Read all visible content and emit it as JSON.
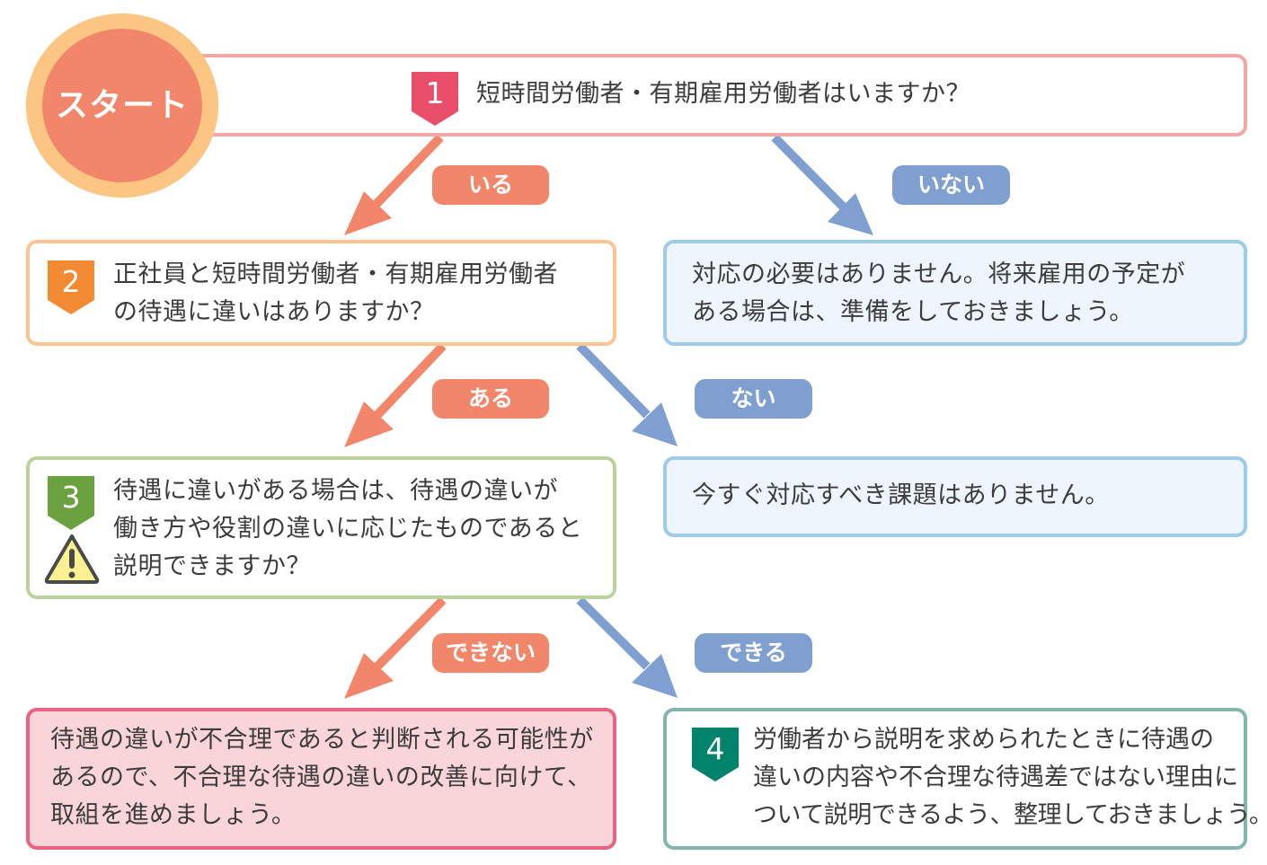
{
  "colors": {
    "orange_arrow": "#f2866a",
    "blue_arrow": "#7f9fd1",
    "start_outer": "#fcc583",
    "start_inner": "#f2866a",
    "q1_border": "#f2a7a6",
    "q1_badge": "#e94f6b",
    "q2_border": "#fbc493",
    "q2_badge": "#f28a33",
    "q3_border": "#bcd29d",
    "q3_badge": "#6ca13f",
    "info_border": "#9fcbea",
    "info_fill": "#eef5fc",
    "warn_border": "#e96382",
    "warn_fill": "#f9d4d9",
    "q4_border": "#84b5ac",
    "q4_badge": "#00836a",
    "warning_fill": "#fbf192"
  },
  "start": {
    "label": "スタート"
  },
  "q1": {
    "number": "1",
    "text": "短時間労働者・有期雇用労働者はいますか？"
  },
  "q1_yes": "いる",
  "q1_no": "いない",
  "q2": {
    "number": "2",
    "lines": [
      "正社員と短時間労働者・有期雇用労働者",
      "の待遇に違いはありますか？"
    ]
  },
  "no_action": {
    "lines": [
      "対応の必要はありません。将来雇用の予定が",
      "ある場合は、準備をしておきましょう。"
    ]
  },
  "q2_yes": "ある",
  "q2_no": "ない",
  "q3": {
    "number": "3",
    "icon": "warning-icon",
    "lines": [
      "待遇に違いがある場合は、待遇の違いが",
      "働き方や役割の違いに応じたものであると",
      "説明できますか？"
    ]
  },
  "no_issue": {
    "text": "今すぐ対応すべき課題はありません。"
  },
  "q3_no": "できない",
  "q3_yes": "できる",
  "improve": {
    "lines": [
      "待遇の違いが不合理であると判断される可能性が",
      "あるので、不合理な待遇の違いの改善に向けて、",
      "取組を進めましょう。"
    ]
  },
  "q4": {
    "number": "4",
    "lines": [
      "労働者から説明を求められたときに待遇の",
      "違いの内容や不合理な待遇差ではない理由に",
      "ついて説明できるよう、整理しておきましょう。"
    ]
  }
}
